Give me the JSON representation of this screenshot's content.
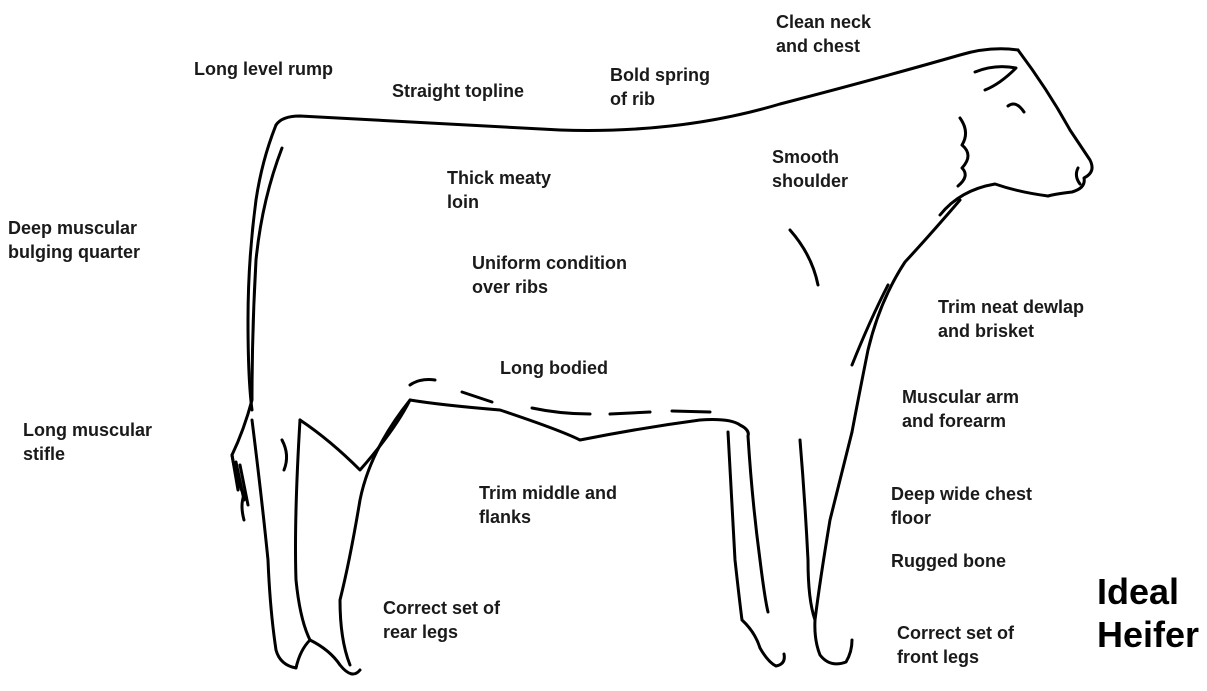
{
  "title": "Ideal\nHeifer",
  "labels": {
    "long_level_rump": "Long level rump",
    "straight_topline": "Straight topline",
    "bold_spring_of_rib": "Bold spring\nof rib",
    "clean_neck_and_chest": "Clean neck\nand chest",
    "smooth_shoulder": "Smooth\nshoulder",
    "thick_meaty_loin": "Thick meaty\nloin",
    "deep_muscular_bulging_quarter": "Deep muscular\nbulging quarter",
    "uniform_condition_over_ribs": "Uniform condition\nover ribs",
    "trim_neat_dewlap_and_brisket": "Trim neat dewlap\nand brisket",
    "long_bodied": "Long bodied",
    "muscular_arm_and_forearm": "Muscular arm\nand forearm",
    "long_muscular_stifle": "Long muscular\nstifle",
    "trim_middle_and_flanks": "Trim middle and\nflanks",
    "deep_wide_chest_floor": "Deep wide chest\nfloor",
    "rugged_bone": "Rugged bone",
    "correct_set_of_rear_legs": "Correct set of\nrear legs",
    "correct_set_of_front_legs": "Correct set of\nfront legs"
  }
}
